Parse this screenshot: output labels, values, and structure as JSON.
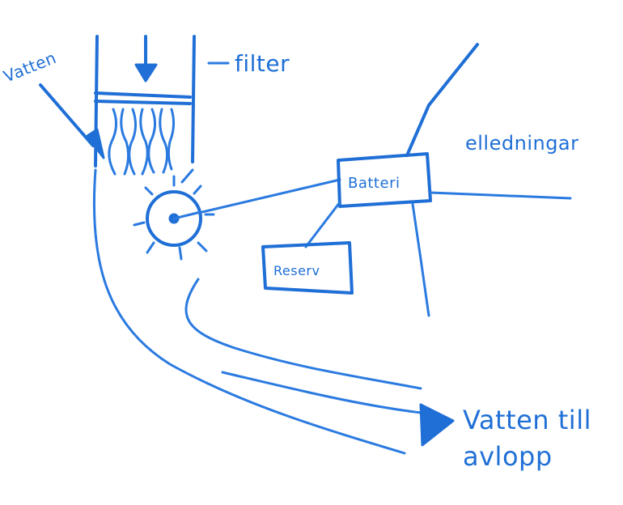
{
  "labels": {
    "water_in": "Vatten",
    "filter": "filter",
    "battery": "Batteri",
    "reserve": "Reserv",
    "power_lines": "elledningar",
    "water_out_line1": "Vatten till",
    "water_out_line2": "avlopp"
  },
  "colors": {
    "ink": "#1f6fd6",
    "background": "#ffffff"
  }
}
